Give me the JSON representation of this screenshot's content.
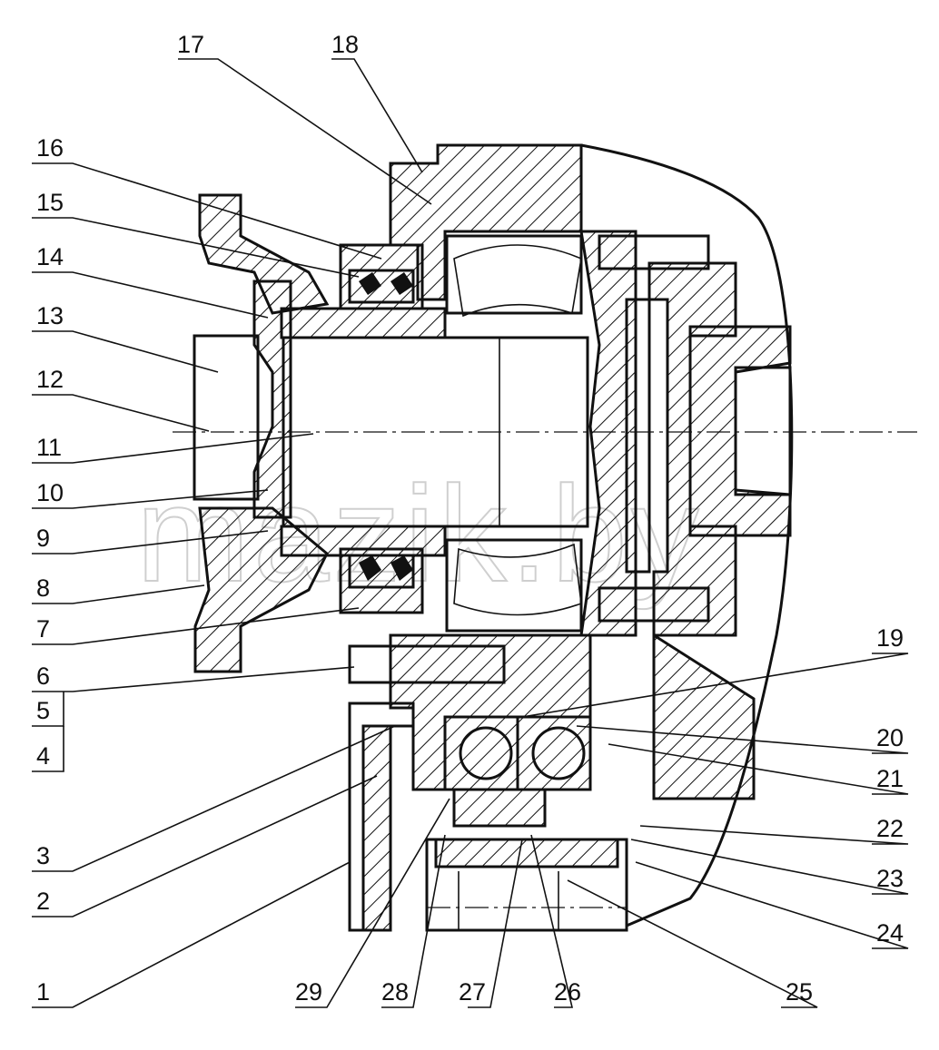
{
  "watermark": "mazik.by",
  "callouts": {
    "c1": "1",
    "c2": "2",
    "c3": "3",
    "c4": "4",
    "c5": "5",
    "c6": "6",
    "c7": "7",
    "c8": "8",
    "c9": "9",
    "c10": "10",
    "c11": "11",
    "c12": "12",
    "c13": "13",
    "c14": "14",
    "c15": "15",
    "c16": "16",
    "c17": "17",
    "c18": "18",
    "c19": "19",
    "c20": "20",
    "c21": "21",
    "c22": "22",
    "c23": "23",
    "c24": "24",
    "c25": "25",
    "c26": "26",
    "c27": "27",
    "c28": "28",
    "c29": "29"
  }
}
